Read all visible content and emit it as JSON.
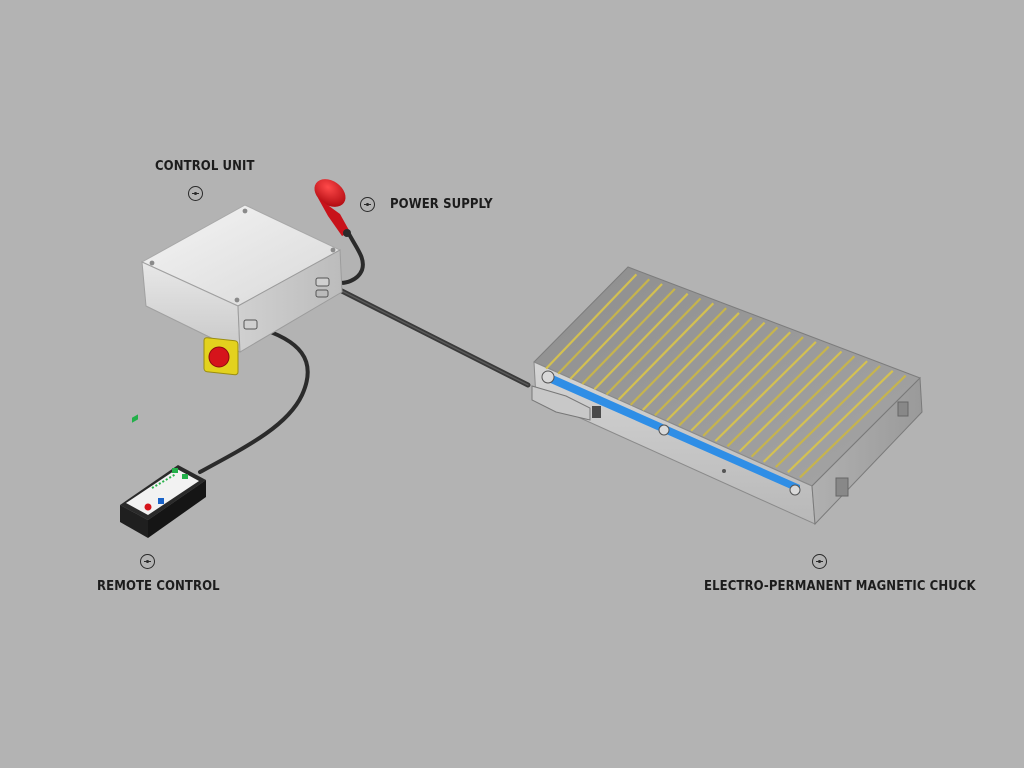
{
  "labels": {
    "control_unit": "CONTROL UNIT",
    "power_supply": "POWER SUPPLY",
    "remote_control": "REMOTE CONTROL",
    "magnetic_chuck": "ELECTRO-PERMANENT MAGNETIC CHUCK"
  },
  "colors": {
    "background": "#b3b3b3",
    "label_text": "#1c1c1c",
    "plug_red": "#d6141b",
    "chuck_pole_yellow": "#d7c34e",
    "chuck_blue": "#2f8ee6",
    "cable": "#2b2b2b"
  },
  "icons": {
    "hotspot": "circle-plus-icon"
  }
}
